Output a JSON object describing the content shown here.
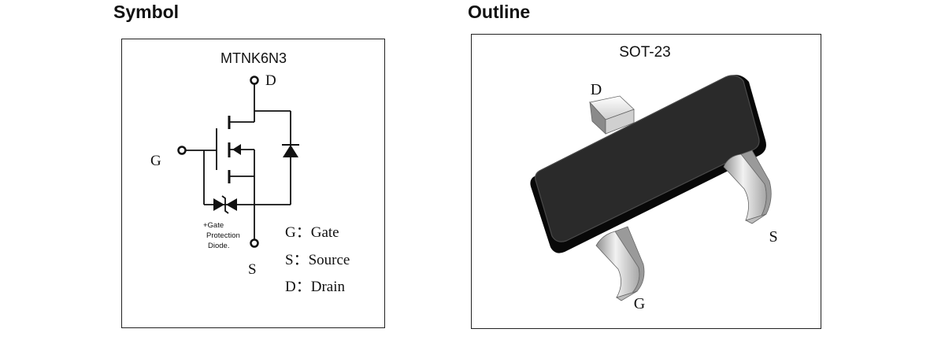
{
  "symbol": {
    "heading": "Symbol",
    "part_number": "MTNK6N3",
    "pins": {
      "drain": "D",
      "gate": "G",
      "source": "S"
    },
    "diode_note": [
      "+Gate",
      "Protection",
      "Diode."
    ],
    "legend": [
      "G：Gate",
      "S：Source",
      "D：Drain"
    ]
  },
  "outline": {
    "heading": "Outline",
    "package": "SOT-23",
    "pins": {
      "drain": "D",
      "gate": "G",
      "source": "S"
    }
  }
}
